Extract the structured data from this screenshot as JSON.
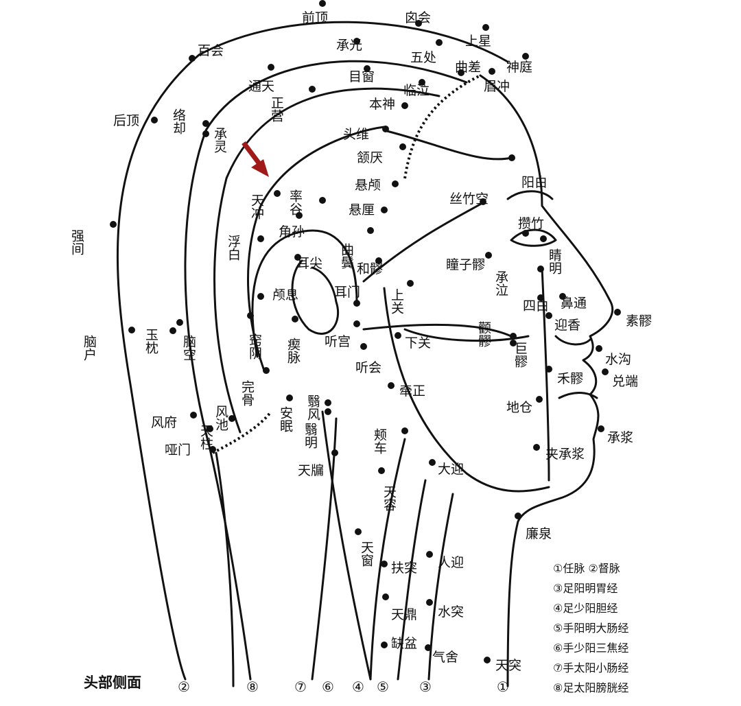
{
  "title": "头部侧面",
  "accent_color": "#a01a1a",
  "points": [
    {
      "name": "前顶"
    },
    {
      "name": "囟会"
    },
    {
      "name": "上星"
    },
    {
      "name": "神庭"
    },
    {
      "name": "百会"
    },
    {
      "name": "承光"
    },
    {
      "name": "五处"
    },
    {
      "name": "曲差"
    },
    {
      "name": "眉冲"
    },
    {
      "name": "通天"
    },
    {
      "name": "目窗"
    },
    {
      "name": "临泣"
    },
    {
      "name": "后顶"
    },
    {
      "name": "络却"
    },
    {
      "name": "正营"
    },
    {
      "name": "本神"
    },
    {
      "name": "承灵"
    },
    {
      "name": "头维"
    },
    {
      "name": "颔厌"
    },
    {
      "name": "阳白"
    },
    {
      "name": "悬颅"
    },
    {
      "name": "天冲"
    },
    {
      "name": "率谷"
    },
    {
      "name": "悬厘"
    },
    {
      "name": "丝竹空"
    },
    {
      "name": "攒竹"
    },
    {
      "name": "强间"
    },
    {
      "name": "浮白"
    },
    {
      "name": "角孙"
    },
    {
      "name": "曲鬓"
    },
    {
      "name": "瞳子髎"
    },
    {
      "name": "睛明"
    },
    {
      "name": "耳尖"
    },
    {
      "name": "和髎"
    },
    {
      "name": "承泣"
    },
    {
      "name": "颅息"
    },
    {
      "name": "耳门"
    },
    {
      "name": "上关"
    },
    {
      "name": "四白"
    },
    {
      "name": "鼻通"
    },
    {
      "name": "素髎"
    },
    {
      "name": "颧髎"
    },
    {
      "name": "迎香"
    },
    {
      "name": "脑户"
    },
    {
      "name": "玉枕"
    },
    {
      "name": "脑空"
    },
    {
      "name": "窍阴"
    },
    {
      "name": "瘈脉"
    },
    {
      "name": "听宫"
    },
    {
      "name": "下关"
    },
    {
      "name": "巨髎"
    },
    {
      "name": "水沟"
    },
    {
      "name": "听会"
    },
    {
      "name": "禾髎"
    },
    {
      "name": "兑端"
    },
    {
      "name": "完骨"
    },
    {
      "name": "牵正"
    },
    {
      "name": "风池"
    },
    {
      "name": "翳风"
    },
    {
      "name": "地仓"
    },
    {
      "name": "风府"
    },
    {
      "name": "天柱"
    },
    {
      "name": "安眠"
    },
    {
      "name": "翳明"
    },
    {
      "name": "颊车"
    },
    {
      "name": "哑门"
    },
    {
      "name": "承浆"
    },
    {
      "name": "天牖"
    },
    {
      "name": "大迎"
    },
    {
      "name": "夹承浆"
    },
    {
      "name": "天容"
    },
    {
      "name": "廉泉"
    },
    {
      "name": "天窗"
    },
    {
      "name": "扶突"
    },
    {
      "name": "人迎"
    },
    {
      "name": "天鼎"
    },
    {
      "name": "水突"
    },
    {
      "name": "缺盆"
    },
    {
      "name": "气舍"
    },
    {
      "name": "天突"
    }
  ],
  "legend": [
    "①任脉 ②督脉",
    "③足阳明胃经",
    "④足少阳胆经",
    "⑤手阳明大肠经",
    "⑥手少阳三焦经",
    "⑦手太阳小肠经",
    "⑧足太阳膀胱经"
  ],
  "meridian_numbers": [
    "②",
    "⑧",
    "⑦",
    "⑥",
    "④",
    "⑤",
    "③",
    "①"
  ]
}
